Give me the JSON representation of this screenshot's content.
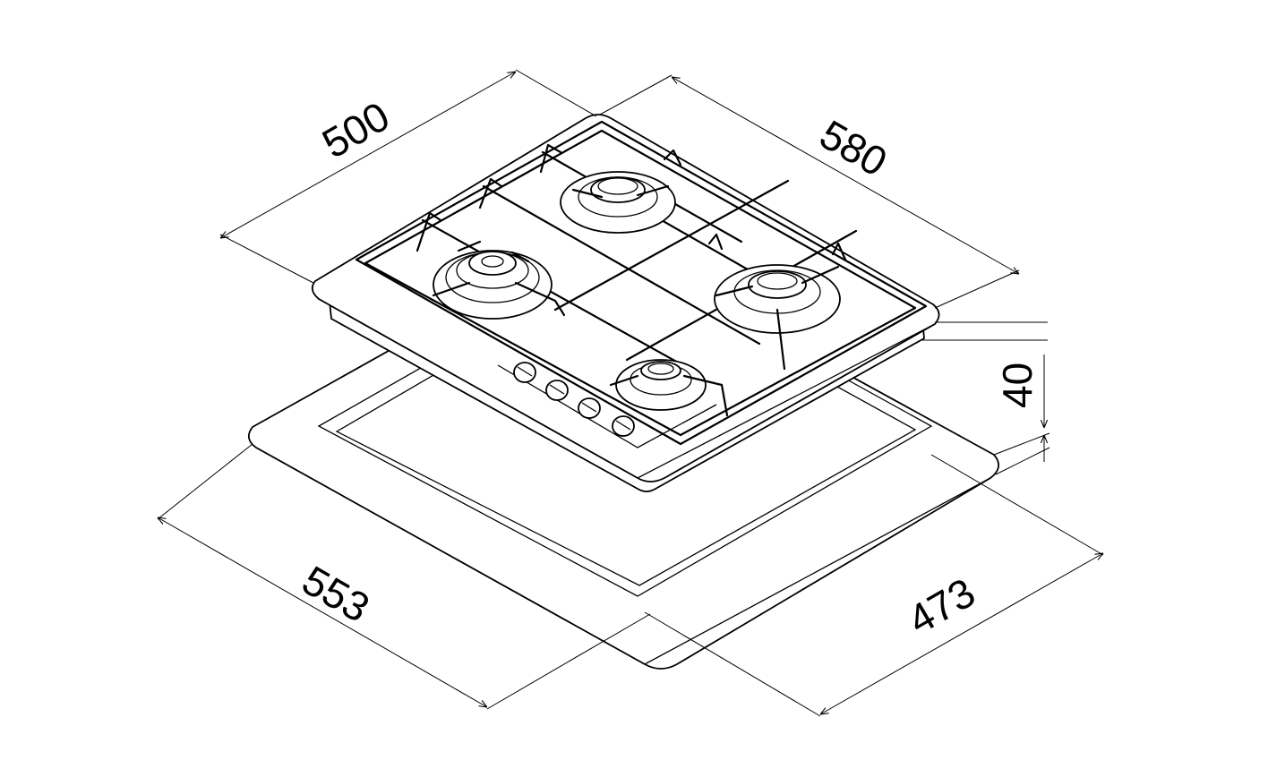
{
  "diagram": {
    "dimensions": {
      "width_top": "500",
      "depth_top": "580",
      "height": "40",
      "cutout_width": "553",
      "cutout_depth": "473"
    }
  }
}
